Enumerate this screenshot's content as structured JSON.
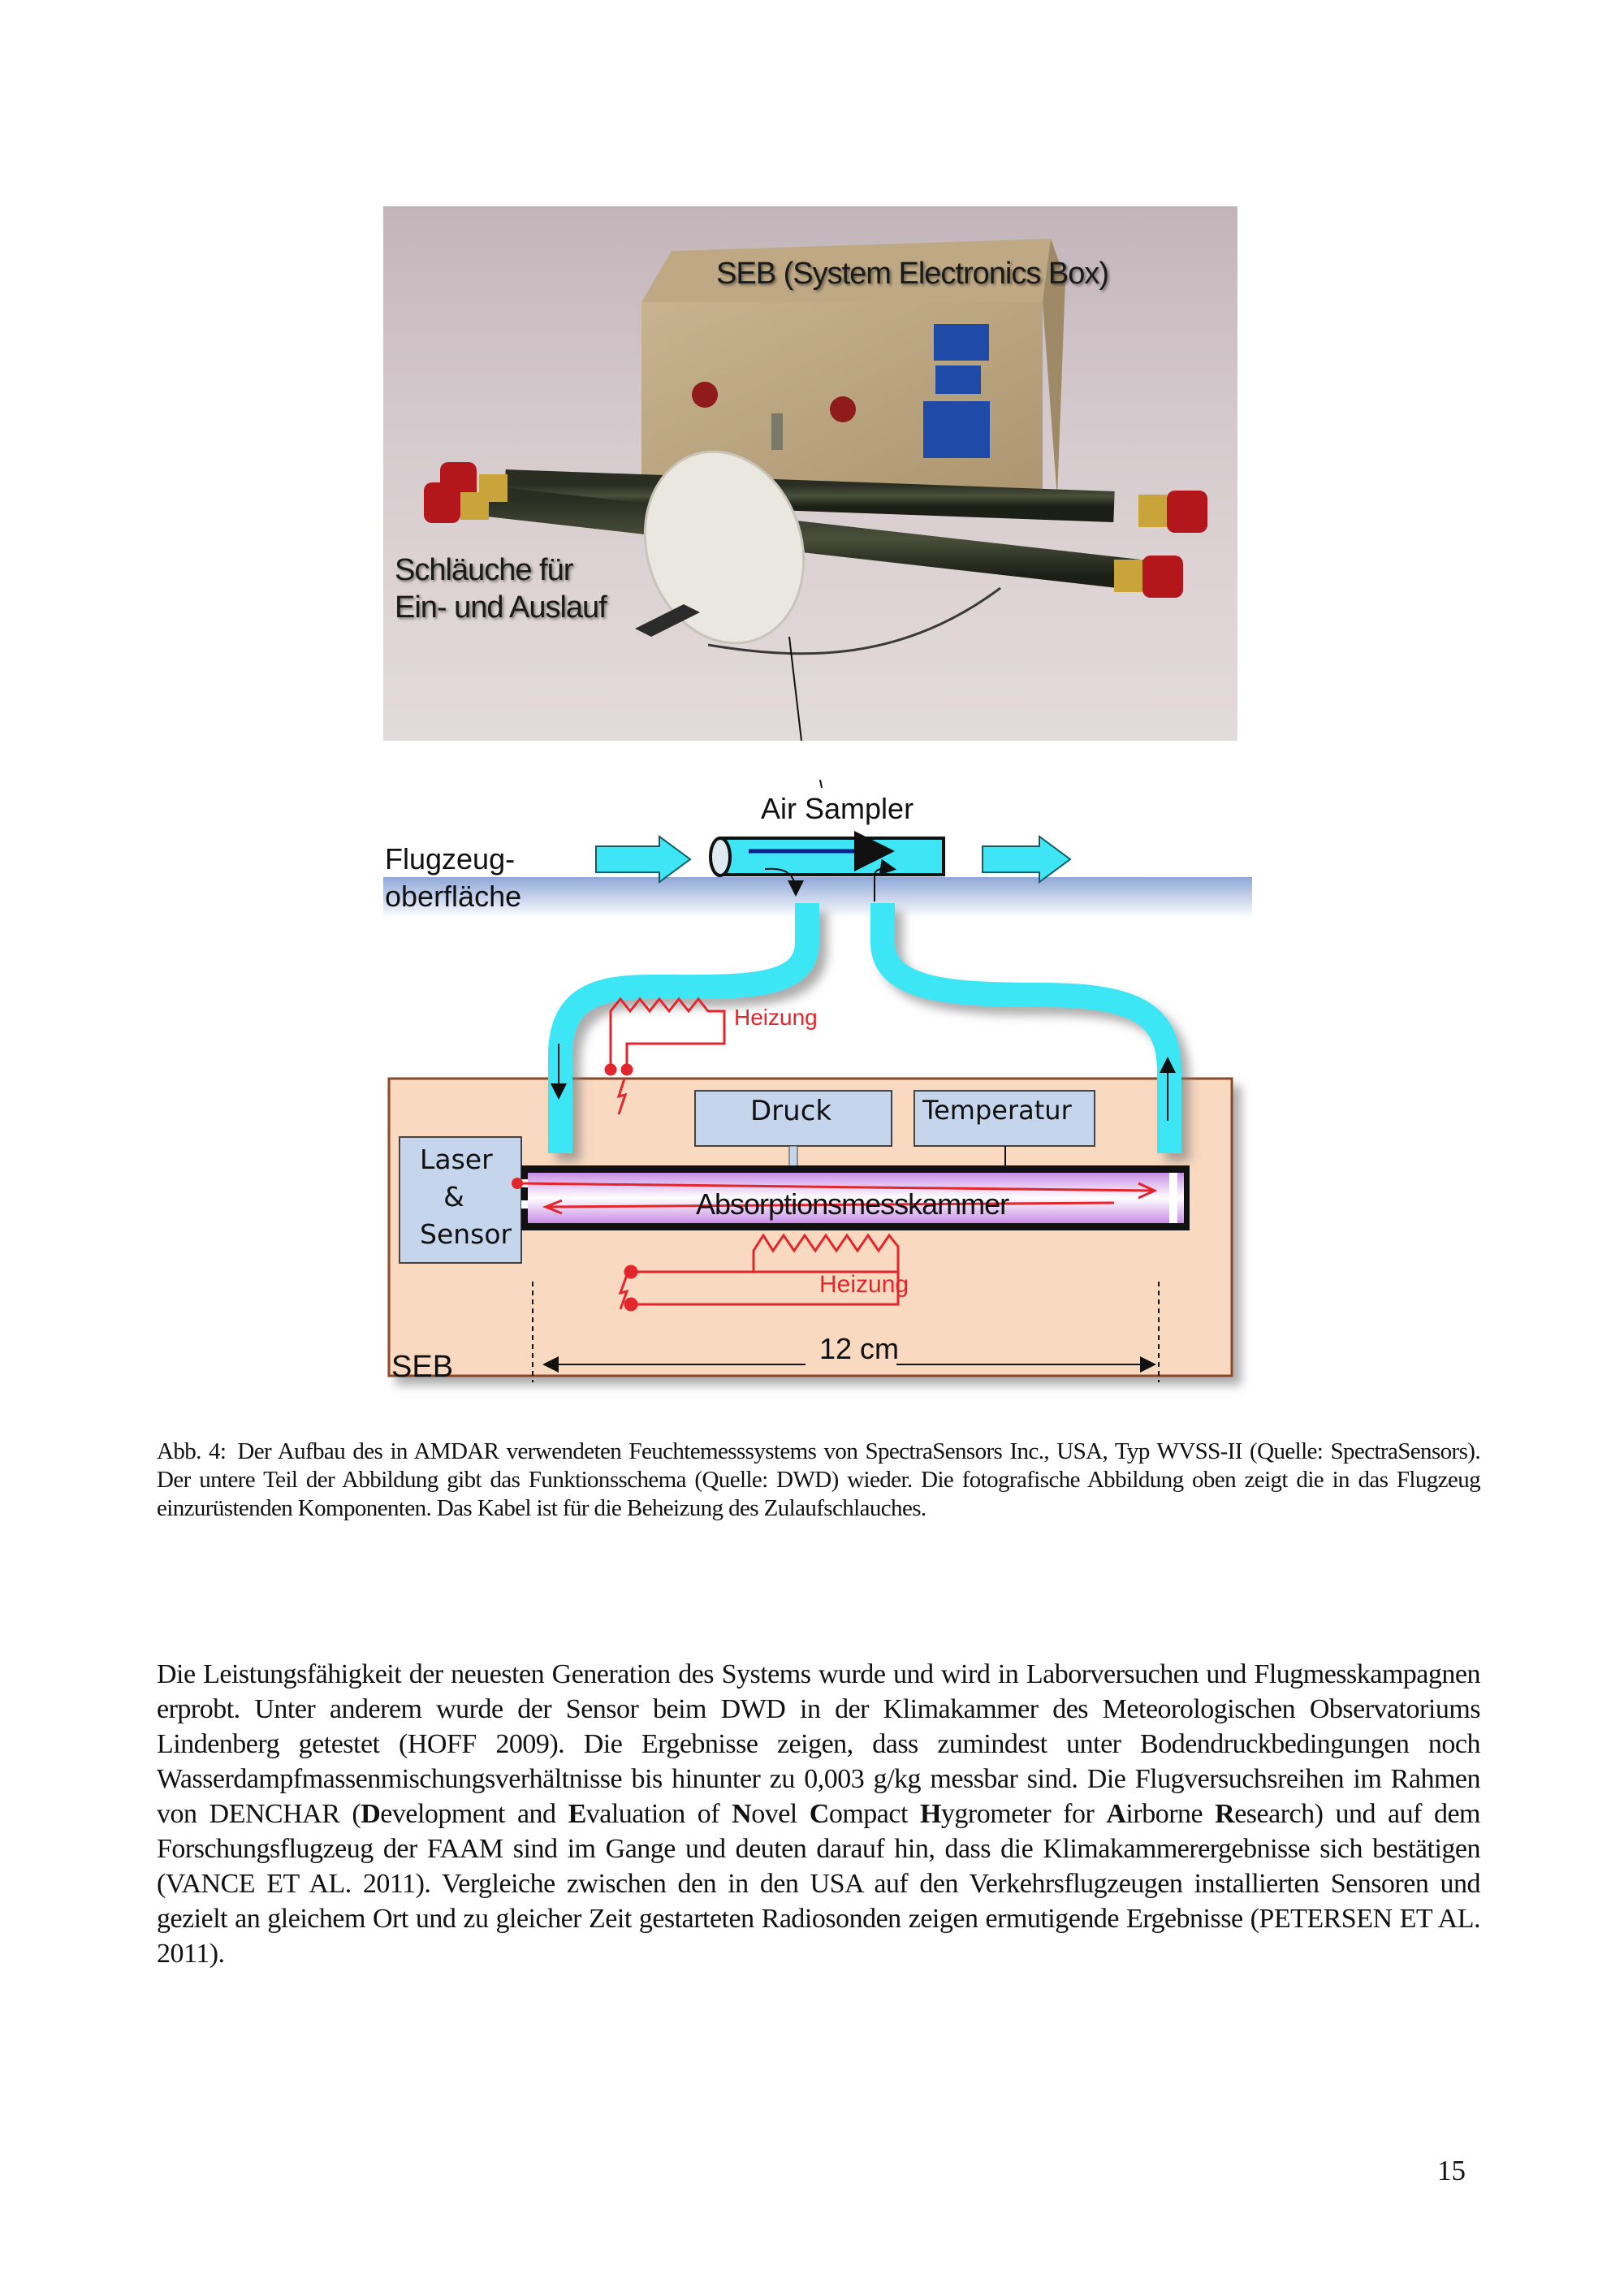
{
  "figure": {
    "photo": {
      "title": "SEB (System Electronics Box)",
      "hoses_label_line1": "Schläuche für",
      "hoses_label_line2": "Ein- und Auslauf"
    },
    "diagram": {
      "air_sampler": "Air Sampler",
      "surface_line1": "Flugzeug-",
      "surface_line2": "oberfläche",
      "heater_top": "Heizung",
      "pressure": "Druck",
      "temperature": "Temperatur",
      "laser_line1": "Laser",
      "laser_line2": "&",
      "laser_line3": "Sensor",
      "chamber": "Absorptionsmesskammer",
      "heater_bottom": "Heizung",
      "scale": "12 cm",
      "seb": "SEB",
      "colors": {
        "tube": "#3ee6f5",
        "seb_box": "#f9d9c0",
        "seb_border": "#8b4a2b",
        "sensor_box": "#c5d6ec",
        "heater": "#e3262c",
        "surface": "#8fa7d8"
      }
    },
    "caption": {
      "label": "Abb. 4:",
      "text": "Der Aufbau des in AMDAR verwendeten Feuchtemesssystems von SpectraSensors Inc., USA, Typ WVSS-II (Quelle: SpectraSensors). Der untere Teil der Abbildung gibt das Funktionsschema (Quelle: DWD) wieder. Die fotografische Abbildung oben zeigt die in das Flugzeug einzurüstenden Komponenten. Das Kabel ist für die Beheizung des Zulaufschlauches."
    }
  },
  "body": {
    "p1": "Die Leistungsfähigkeit der neuesten Generation des Systems wurde und wird in Laborversuchen und Flugmesskampagnen erprobt. Unter anderem wurde der Sensor beim DWD in der Klimakammer des Meteorologischen Observatoriums Lindenberg getestet (HOFF 2009). Die Ergebnisse zeigen, dass zumindest unter Bodendruckbedingungen noch Wasserdampfmassenmischungsverhältnisse bis hinunter zu 0,003 g/kg messbar sind. Die Flugversuchsreihen im Rahmen von DENCHAR (",
    "denchar": [
      {
        "bold": "D",
        "rest": "evelopment and "
      },
      {
        "bold": "E",
        "rest": "valuation of "
      },
      {
        "bold": "N",
        "rest": "ovel "
      },
      {
        "bold": "C",
        "rest": "ompact "
      },
      {
        "bold": "H",
        "rest": "ygrometer for "
      },
      {
        "bold": "A",
        "rest": "irborne "
      },
      {
        "bold": "R",
        "rest": "esearch"
      }
    ],
    "p2": ") und auf dem Forschungsflugzeug der FAAM sind im Gange und deuten darauf hin, dass die Klimakammerergebnisse sich bestätigen (VANCE ET AL. 2011). Vergleiche zwischen den in den USA auf den Verkehrsflugzeugen installierten Sensoren und gezielt an gleichem Ort und zu gleicher Zeit gestarteten Radiosonden zeigen ermutigende Ergebnisse (PETERSEN ET AL. 2011)."
  },
  "page_number": "15"
}
